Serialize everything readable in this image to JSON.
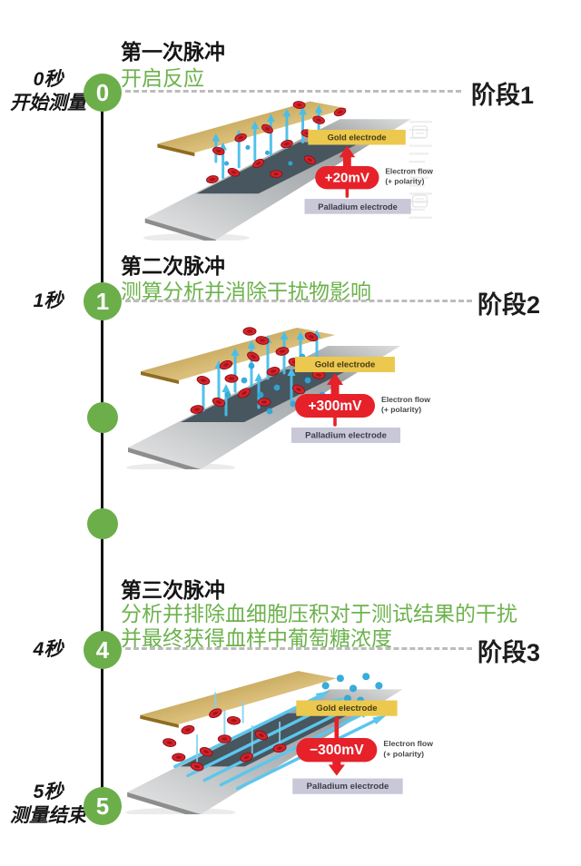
{
  "colors": {
    "accent_green": "#6cb24c",
    "node_green": "#6cae4a",
    "timeline_black": "#141414",
    "dashed_gray": "#bcbcbc",
    "stage_text": "#1d1d1d",
    "voltage_red": "#e62129",
    "gold_label_bg": "#ecc94e",
    "gold_plate": "#c9a44e",
    "palladium_label_bg": "#c8c8d8",
    "electron_arrow_cyan": "#49bfe8",
    "blood_cell_red": "#d5232b",
    "reaction_zone": "#47565f"
  },
  "timeline": {
    "nodes": [
      {
        "number": "0",
        "time_lines": [
          "0秒",
          "开始测量"
        ]
      },
      {
        "number": "1",
        "time_lines": [
          "1秒"
        ]
      },
      {
        "number": ""
      },
      {
        "number": ""
      },
      {
        "number": "4",
        "time_lines": [
          "4秒"
        ]
      },
      {
        "number": "5",
        "time_lines": [
          "5秒",
          "测量结束"
        ]
      }
    ]
  },
  "sections": [
    {
      "title": "第一次脉冲",
      "subtitle_lines": [
        "开启反应"
      ],
      "stage_label": "阶段1",
      "diagram": {
        "variant": "pulse1",
        "voltage": "+20mV",
        "arrow_direction": "up",
        "gold_label": "Gold electrode",
        "palladium_label": "Palladium electrode",
        "flow_line1": "Electron flow",
        "flow_line2": "(+ polarity)"
      }
    },
    {
      "title": "第二次脉冲",
      "subtitle_lines": [
        "测算分析并消除干扰物影响"
      ],
      "stage_label": "阶段2",
      "diagram": {
        "variant": "pulse2",
        "voltage": "+300mV",
        "arrow_direction": "up",
        "gold_label": "Gold electrode",
        "palladium_label": "Palladium electrode",
        "flow_line1": "Electron flow",
        "flow_line2": "(+ polarity)"
      }
    },
    {
      "title": "第三次脉冲",
      "subtitle_lines": [
        "分析并排除血细胞压积对于测试结果的干扰",
        "并最终获得血样中葡萄糖浓度"
      ],
      "stage_label": "阶段3",
      "diagram": {
        "variant": "pulse3",
        "voltage": "−300mV",
        "arrow_direction": "down",
        "gold_label": "Gold electrode",
        "palladium_label": "Palladium electrode",
        "flow_line1": "Electron flow",
        "flow_line2": "(+ polarity)"
      }
    }
  ]
}
